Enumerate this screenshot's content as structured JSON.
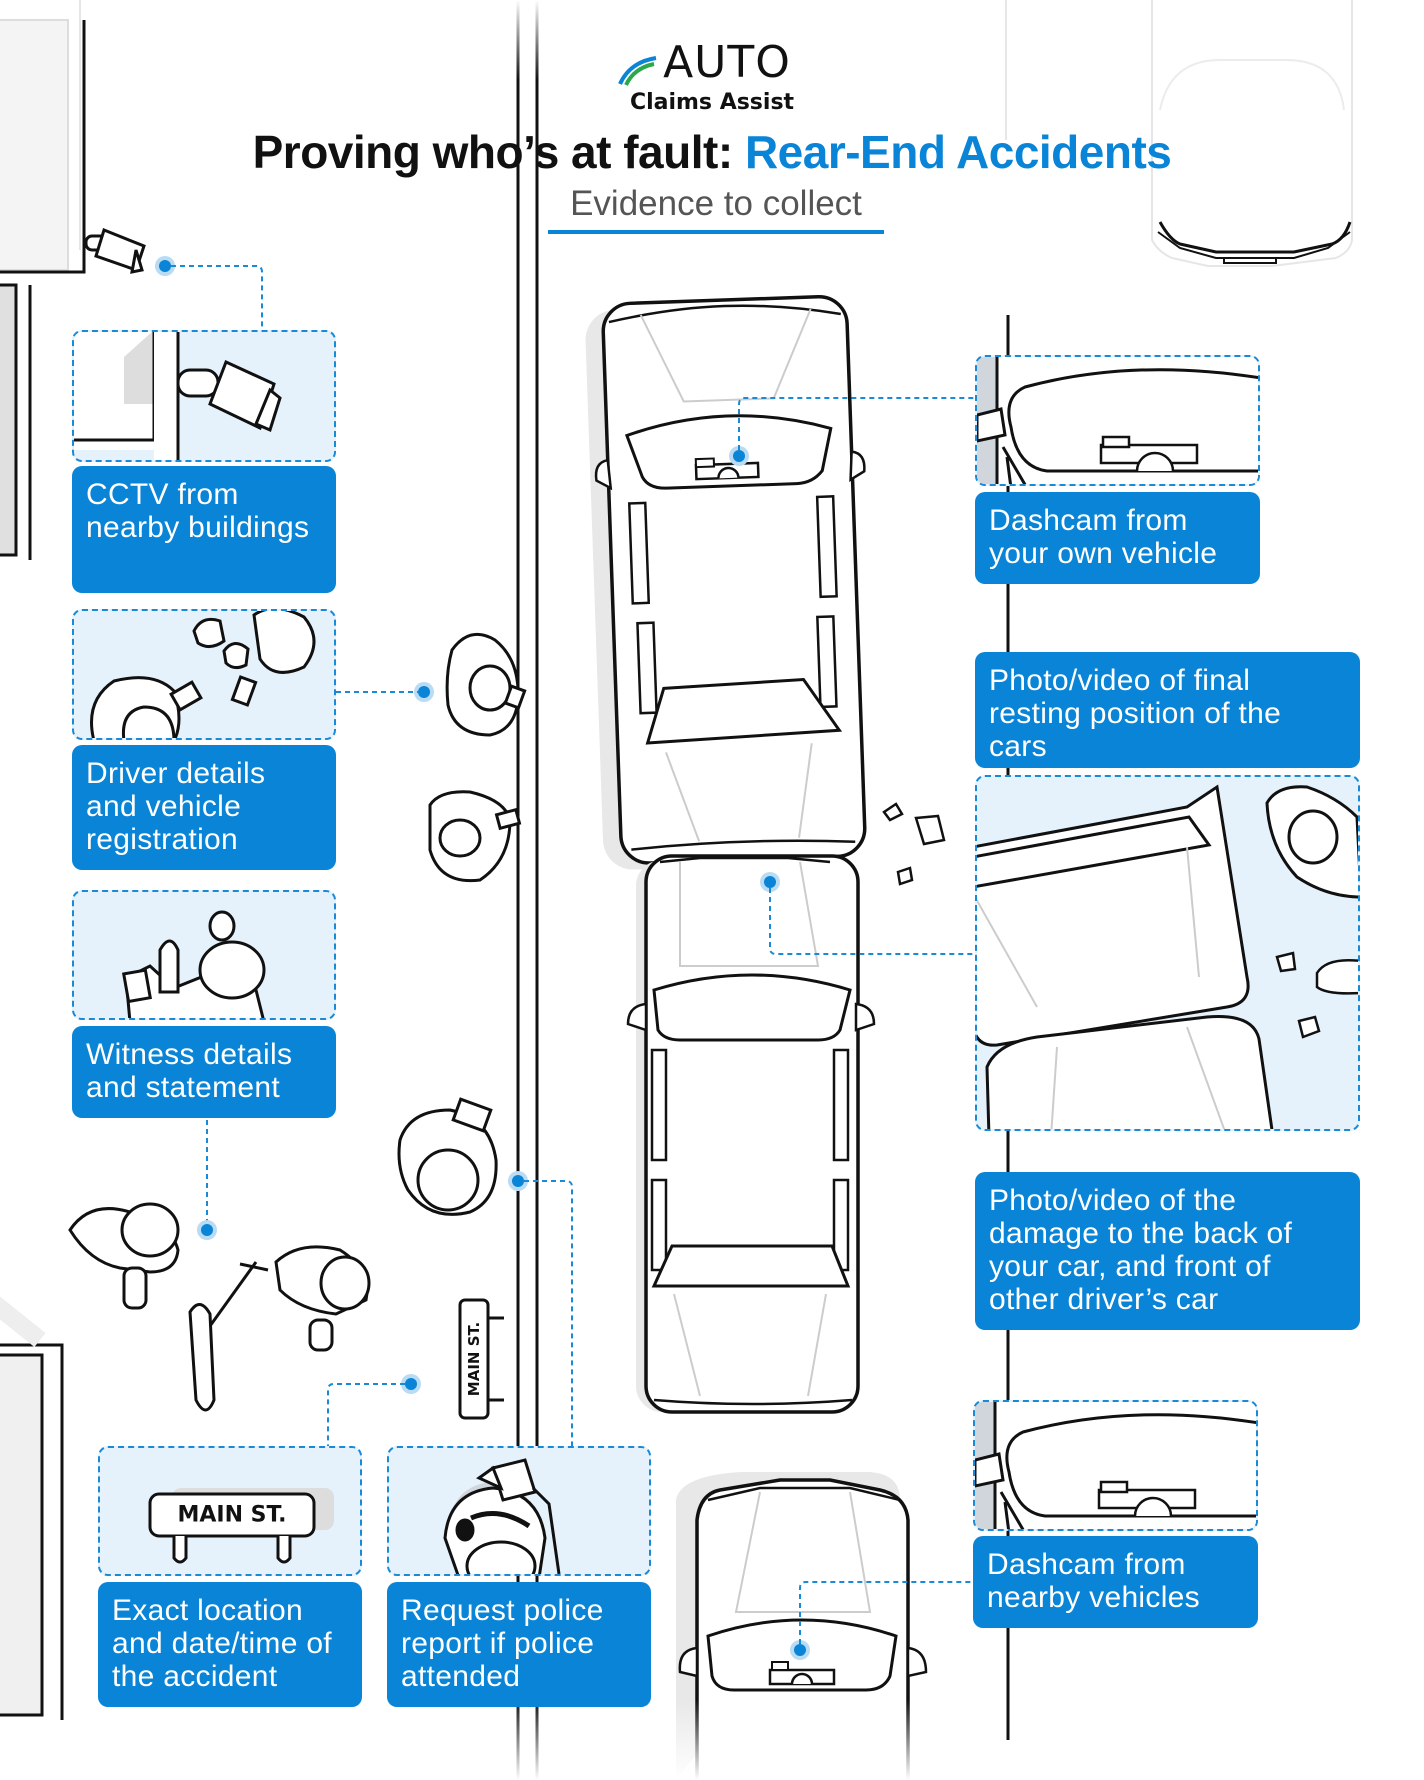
{
  "brand": {
    "logo_word": "AUTO",
    "logo_sub": "Claims Assist",
    "colors": {
      "accent": "#0a84d6",
      "light_fill": "#e6f2fb",
      "logo_green": "#2aa84a"
    }
  },
  "header": {
    "title_main": "Proving who’s at fault: ",
    "title_accent": "Rear-End Accidents",
    "subtitle": "Evidence to collect"
  },
  "cards": {
    "cctv": {
      "label": "CCTV from nearby buildings",
      "icon": "cctv-camera-icon"
    },
    "driver": {
      "label": "Driver details and vehicle registration",
      "icon": "drivers-exchanging-details-icon"
    },
    "witness": {
      "label": "Witness details and statement",
      "icon": "witness-icon"
    },
    "location": {
      "label": "Exact location and date/time of the accident",
      "icon": "street-sign-icon",
      "sign_text": "MAIN ST."
    },
    "police": {
      "label": "Request police report if police attended",
      "icon": "police-officer-icon"
    },
    "dashcam_own": {
      "label": "Dashcam from your own vehicle",
      "icon": "dashcam-icon"
    },
    "resting_position": {
      "label": "Photo/video of final resting position of the cars",
      "icon": "cars-position-icon"
    },
    "damage": {
      "label": "Photo/video of the damage to the back of your car, and front of other driver’s car",
      "icon": "car-damage-icon"
    },
    "dashcam_nearby": {
      "label": "Dashcam from nearby vehicles",
      "icon": "dashcam-icon"
    }
  },
  "scene": {
    "street_sign_text": "MAIN ST."
  }
}
